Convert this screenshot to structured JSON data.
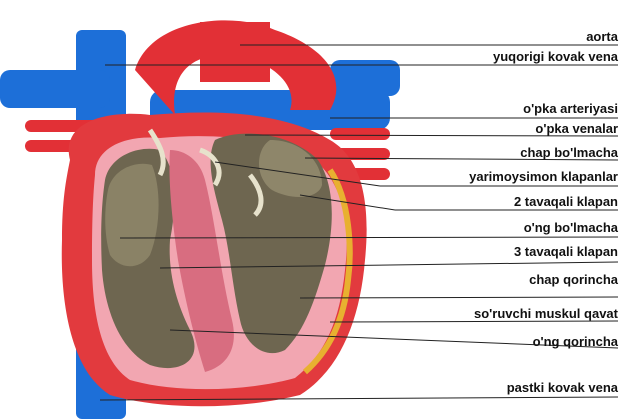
{
  "labels": [
    {
      "id": "aorta",
      "text": "aorta"
    },
    {
      "id": "superior-vena-cava",
      "text": "yuqorigi kovak vena"
    },
    {
      "id": "pulmonary-artery",
      "text": "o'pka arteriyasi"
    },
    {
      "id": "pulmonary-veins",
      "text": "o'pka venalar"
    },
    {
      "id": "left-atrium",
      "text": "chap bo'lmacha"
    },
    {
      "id": "semilunar-valves",
      "text": "yarimoysimon klapanlar"
    },
    {
      "id": "bicuspid-valve",
      "text": "2 tavaqali klapan"
    },
    {
      "id": "right-atrium",
      "text": "o'ng bo'lmacha"
    },
    {
      "id": "tricuspid-valve",
      "text": "3 tavaqali klapan"
    },
    {
      "id": "left-ventricle",
      "text": "chap qorincha"
    },
    {
      "id": "papillary-muscle-layer",
      "text": "so'ruvchi muskul qavat"
    },
    {
      "id": "right-ventricle",
      "text": "o'ng qorincha"
    },
    {
      "id": "inferior-vena-cava",
      "text": "pastki kovak vena"
    }
  ]
}
